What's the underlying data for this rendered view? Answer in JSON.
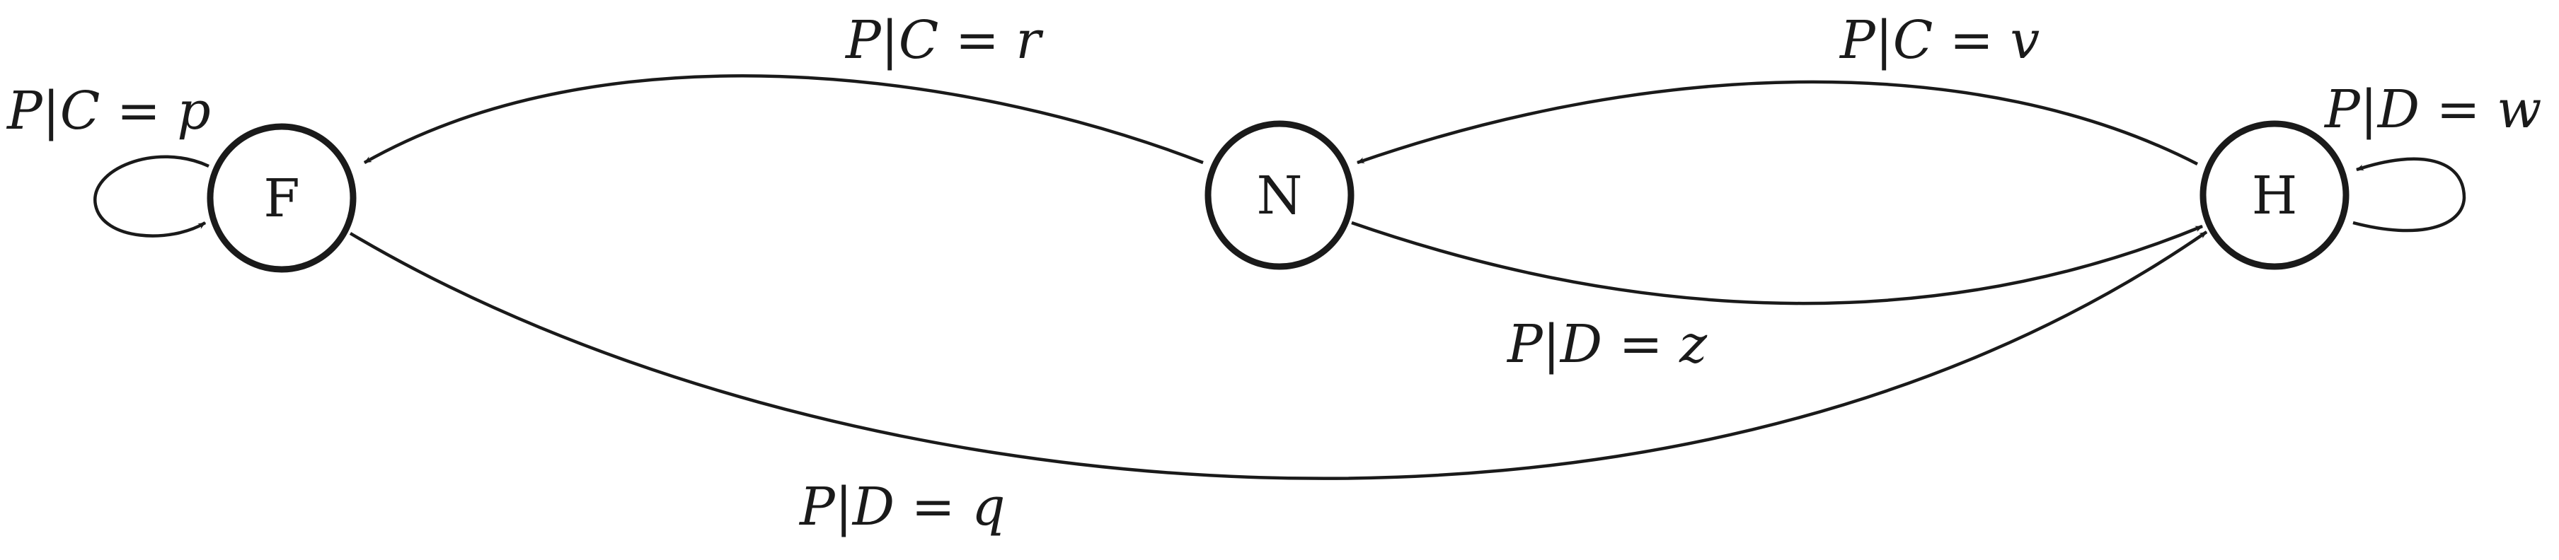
{
  "nodes": {
    "f": "F",
    "n": "N",
    "h": "H"
  },
  "edges": {
    "f_self": "P|C = p",
    "n_to_f": "P|C = r",
    "h_to_n": "P|C = v",
    "h_self": "P|D = w",
    "n_to_h": "P|D = z",
    "f_to_h": "P|D = q"
  },
  "colors": {
    "stroke": "#1a1a1a",
    "background": "#ffffff"
  }
}
